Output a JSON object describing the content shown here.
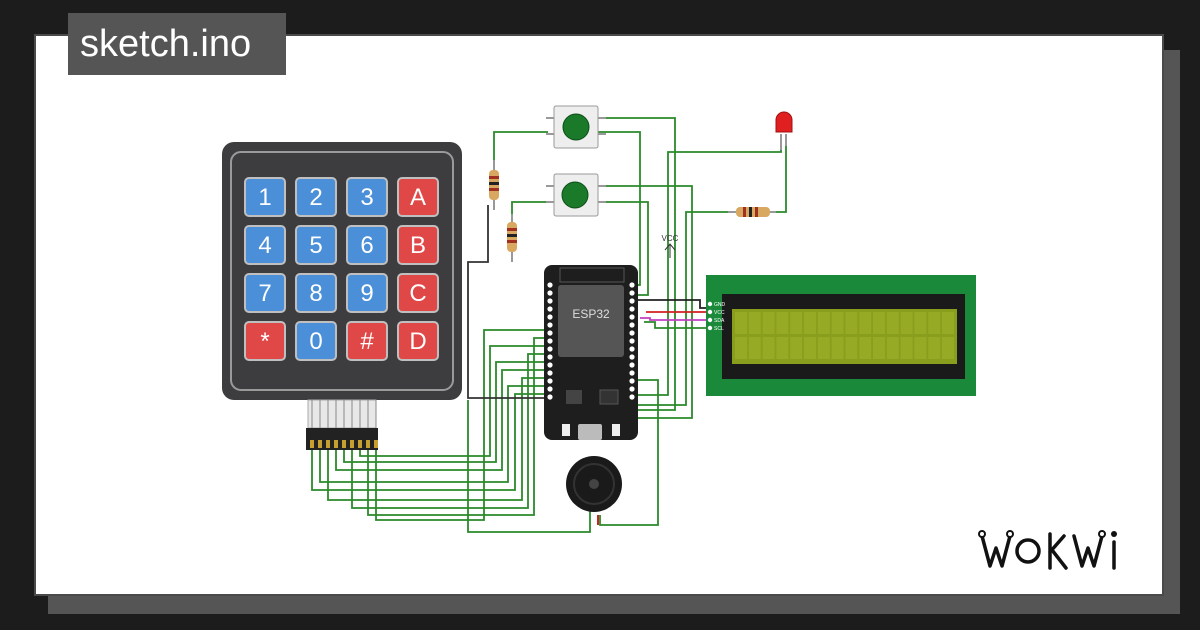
{
  "header": {
    "title": "sketch.ino"
  },
  "brand": {
    "logo_text": "WOKWI"
  },
  "keypad": {
    "keys": [
      {
        "label": "1",
        "type": "digit"
      },
      {
        "label": "2",
        "type": "digit"
      },
      {
        "label": "3",
        "type": "digit"
      },
      {
        "label": "A",
        "type": "letter"
      },
      {
        "label": "4",
        "type": "digit"
      },
      {
        "label": "5",
        "type": "digit"
      },
      {
        "label": "6",
        "type": "digit"
      },
      {
        "label": "B",
        "type": "letter"
      },
      {
        "label": "7",
        "type": "digit"
      },
      {
        "label": "8",
        "type": "digit"
      },
      {
        "label": "9",
        "type": "digit"
      },
      {
        "label": "C",
        "type": "letter"
      },
      {
        "label": "*",
        "type": "letter"
      },
      {
        "label": "0",
        "type": "digit"
      },
      {
        "label": "#",
        "type": "letter"
      },
      {
        "label": "D",
        "type": "letter"
      }
    ]
  },
  "mcu": {
    "label": "ESP32"
  },
  "vcc_label": "VCC",
  "lcd": {
    "pins": [
      "GND",
      "VCC",
      "SDA",
      "SCL"
    ]
  },
  "colors": {
    "wire": "#2a8a2a",
    "digit_key": "#4a8fd8",
    "letter_key": "#e04848",
    "keypad_body": "#3d3d40",
    "lcd_board": "#1a8a3a",
    "lcd_screen": "#8a9e1e",
    "button_cap": "#1a7a2a",
    "led": "#e02020"
  }
}
